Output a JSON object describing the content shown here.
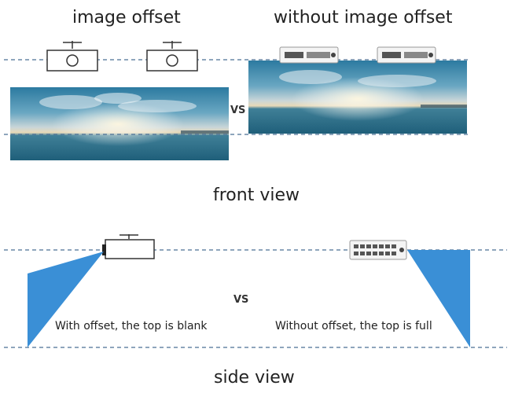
{
  "front": {
    "title_left": "image offset",
    "title_right": "without image offset",
    "vs": "VS",
    "view_label": "front view"
  },
  "side": {
    "vs": "VS",
    "caption_left": "With offset, the top is blank",
    "caption_right": "Without offset, the top is full",
    "view_label": "side view"
  },
  "colors": {
    "dash_line": "#4a6f95",
    "beam": "#3a8fd6",
    "sky_top": "#2f7fa3",
    "sea": "#2b6f8c"
  },
  "icons": {
    "outline_projector": "outline-projector-icon",
    "photo_projector": "white-projector-icon",
    "seascape": "seascape-photo"
  }
}
